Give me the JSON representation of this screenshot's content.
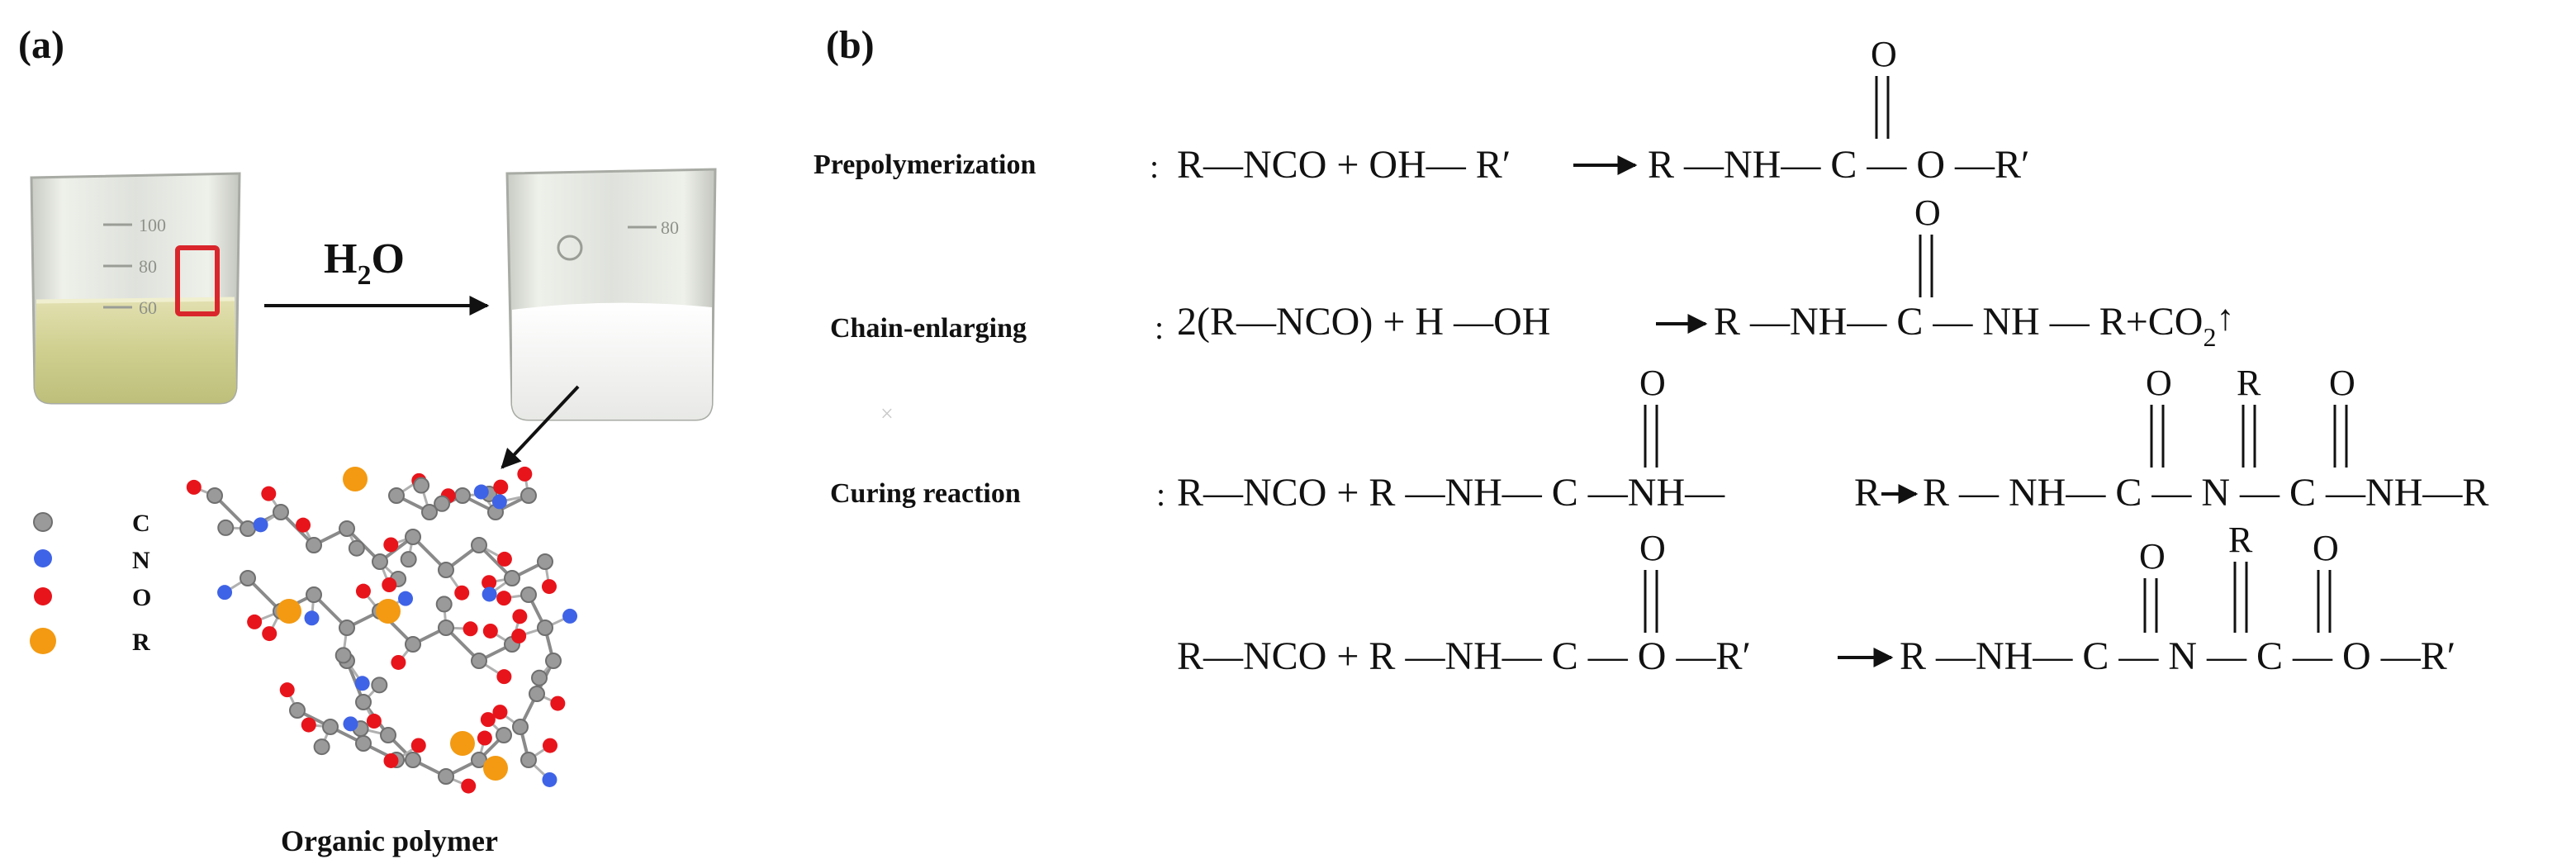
{
  "panel_a": {
    "label": "(a)",
    "reagent_main": "H",
    "reagent_sub": "2",
    "reagent_tail": "O",
    "beaker_marks_left": [
      "100",
      "80",
      "60"
    ],
    "beaker_marks_right": [
      "80"
    ],
    "legend": [
      {
        "symbol": "C",
        "color": "#9a9a9a"
      },
      {
        "symbol": "N",
        "color": "#3f63e6"
      },
      {
        "symbol": "O",
        "color": "#e8141b"
      },
      {
        "symbol": "R",
        "color": "#f39a12"
      }
    ],
    "polymer_caption": "Organic polymer"
  },
  "panel_b": {
    "label": "(b)",
    "prepolymerization": {
      "name": "Prepolymerization",
      "colon": ":",
      "reactant": "R—NCO + OH— R′",
      "product": "R —NH— C — O —R′",
      "carbonyl_o": "O"
    },
    "chain": {
      "name": "Chain-enlarging",
      "colon": ":",
      "reactant": "2(R—NCO) + H —OH",
      "product": "R —NH— C — NH — R+CO",
      "co2_sub": "2",
      "gas_arrow": "↑",
      "carbonyl_o": "O"
    },
    "curing": {
      "name": "Curing reaction",
      "colon": ":",
      "reactant1": "R—NCO + R —NH— C —NH—",
      "reactant2": "R",
      "product": "R — NH— C — N — C —NH—R",
      "carbonyl_o1": "O",
      "carbonyl_o2": "O",
      "carbonyl_o3": "O",
      "n_substituent": "R"
    },
    "curing2": {
      "reactant": "R—NCO + R —NH— C — O —R′",
      "product": "R —NH— C — N — C — O —R′",
      "carbonyl_o1": "O",
      "carbonyl_o2": "O",
      "carbonyl_o3": "O",
      "n_substituent": "R"
    }
  },
  "colors": {
    "text": "#111111",
    "beaker_glass": "#d9dcd6",
    "yellow_liquid": "#d2d29a",
    "white_liquid": "#f4f4f4"
  }
}
